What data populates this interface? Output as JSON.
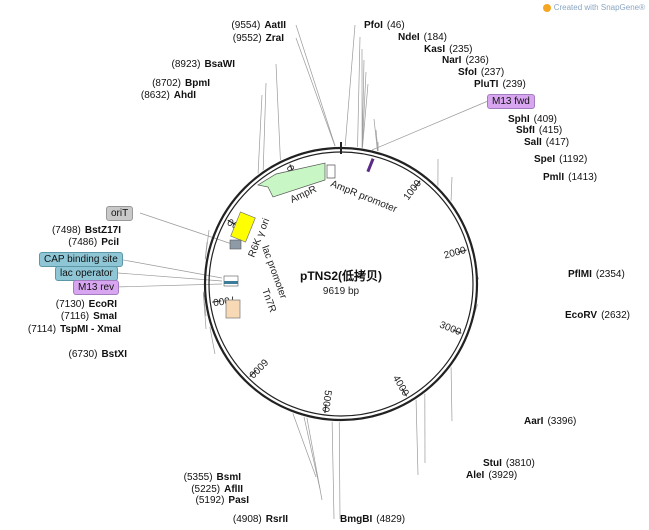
{
  "plasmid": {
    "name": "pTNS2(低拷贝)",
    "length_label": "9619 bp",
    "total_bp": 9619
  },
  "watermark": {
    "text": "Created with SnapGene®",
    "icon": "snapgene-logo-icon"
  },
  "colors": {
    "backbone": "#222222",
    "ampR": "#c8f7c5",
    "ori": "#ffff00",
    "term": "#f7d9b5",
    "promoter": "#ffffff",
    "m13_badge": "#d8a6f0",
    "lac_badge": "#8ec6d6",
    "oriT_badge": "#c9c9c9",
    "ampR_promoter_mark": "#5a2a86"
  },
  "ticks": [
    {
      "bp": 1000,
      "label": "1000"
    },
    {
      "bp": 2000,
      "label": "2000"
    },
    {
      "bp": 3000,
      "label": "3000"
    },
    {
      "bp": 4000,
      "label": "4000"
    },
    {
      "bp": 5000,
      "label": "5000"
    },
    {
      "bp": 6000,
      "label": "6000"
    },
    {
      "bp": 7000,
      "label": "7000"
    },
    {
      "bp": 8000,
      "label": "8000"
    },
    {
      "bp": 9000,
      "label": "9000"
    }
  ],
  "features": [
    {
      "label": "AmpR",
      "type": "arrow-ccw"
    },
    {
      "label": "AmpR promoter",
      "type": "promoter"
    },
    {
      "label": "R6K γ ori",
      "type": "ori"
    },
    {
      "label": "lac promoter",
      "type": "promoter"
    },
    {
      "label": "Tn7R",
      "type": "term"
    }
  ],
  "badges": [
    {
      "label": "oriT",
      "kind": "oriT_badge"
    },
    {
      "label": "CAP binding site",
      "kind": "lac_badge"
    },
    {
      "label": "lac operator",
      "kind": "lac_badge"
    },
    {
      "label": "M13 rev",
      "kind": "m13_badge"
    },
    {
      "label": "M13 fwd",
      "kind": "m13_badge"
    }
  ],
  "sites": [
    {
      "pos": "(9554)",
      "name": "AatII",
      "bp": 9554
    },
    {
      "pos": "(9552)",
      "name": "ZraI",
      "bp": 9552
    },
    {
      "pos": "(46)",
      "name": "PfoI",
      "bp": 46
    },
    {
      "pos": "(184)",
      "name": "NdeI",
      "bp": 184
    },
    {
      "pos": "(235)",
      "name": "KasI",
      "bp": 235
    },
    {
      "pos": "(236)",
      "name": "NarI",
      "bp": 236
    },
    {
      "pos": "(237)",
      "name": "SfoI",
      "bp": 237
    },
    {
      "pos": "(239)",
      "name": "PluTI",
      "bp": 239
    },
    {
      "pos": "(409)",
      "name": "SphI",
      "bp": 409
    },
    {
      "pos": "(415)",
      "name": "SbfI",
      "bp": 415
    },
    {
      "pos": "(417)",
      "name": "SalI",
      "bp": 417
    },
    {
      "pos": "(1192)",
      "name": "SpeI",
      "bp": 1192
    },
    {
      "pos": "(1413)",
      "name": "PmlI",
      "bp": 1413
    },
    {
      "pos": "(2354)",
      "name": "PflMI",
      "bp": 2354
    },
    {
      "pos": "(2632)",
      "name": "EcoRV",
      "bp": 2632
    },
    {
      "pos": "(3396)",
      "name": "AarI",
      "bp": 3396
    },
    {
      "pos": "(3810)",
      "name": "StuI",
      "bp": 3810
    },
    {
      "pos": "(3929)",
      "name": "AleI",
      "bp": 3929
    },
    {
      "pos": "(4829)",
      "name": "BmgBI",
      "bp": 4829
    },
    {
      "pos": "(4908)",
      "name": "RsrII",
      "bp": 4908
    },
    {
      "pos": "(5192)",
      "name": "PasI",
      "bp": 5192
    },
    {
      "pos": "(5225)",
      "name": "AflII",
      "bp": 5225
    },
    {
      "pos": "(5355)",
      "name": "BsmI",
      "bp": 5355
    },
    {
      "pos": "(6730)",
      "name": "BstXI",
      "bp": 6730
    },
    {
      "pos": "(7114)",
      "name": "TspMI - XmaI",
      "bp": 7114
    },
    {
      "pos": "(7116)",
      "name": "SmaI",
      "bp": 7116
    },
    {
      "pos": "(7130)",
      "name": "EcoRI",
      "bp": 7130
    },
    {
      "pos": "(7486)",
      "name": "PciI",
      "bp": 7486
    },
    {
      "pos": "(7498)",
      "name": "BstZ17I",
      "bp": 7498
    },
    {
      "pos": "(8632)",
      "name": "AhdI",
      "bp": 8632
    },
    {
      "pos": "(8702)",
      "name": "BpmI",
      "bp": 8702
    },
    {
      "pos": "(8923)",
      "name": "BsaWI",
      "bp": 8923
    }
  ]
}
